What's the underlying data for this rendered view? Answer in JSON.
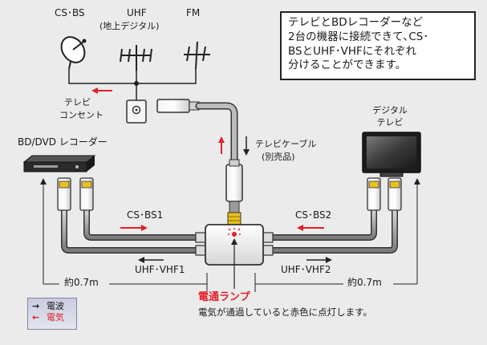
{
  "labels": {
    "cs_bs": "CS･BS",
    "uhf": "UHF",
    "uhf_sub": "(地上デジタル)",
    "fm": "FM",
    "tv_outlet": [
      "テレビ",
      "コンセント"
    ],
    "bd_recorder": "BD/DVD レコーダー",
    "digital_tv": [
      "デジタル",
      "テレビ"
    ],
    "tv_cable": [
      "テレビケーブル",
      "(別売品)"
    ],
    "cs_bs1": "CS･BS1",
    "cs_bs2": "CS･BS2",
    "uhf_vhf1": "UHF･VHF1",
    "uhf_vhf2": "UHF･VHF2",
    "length_left": "約0.7m",
    "length_right": "約0.7m"
  },
  "note": {
    "lines": [
      "テレビとBDレコーダーなど",
      "2台の機器に接続できて､CS･",
      "BSとUHF･VHFにそれぞれ",
      "分けることができます。"
    ]
  },
  "legend": {
    "wave": "電波",
    "power": "電気",
    "wave_color": "#1a1a1a",
    "power_color": "#e2202a"
  },
  "lamp": {
    "title": "電通ランプ",
    "description": "電気が通過していると赤色に点灯します。"
  },
  "colors": {
    "background": "#ebebeb",
    "cable": "#9a9a9a",
    "red_arrow": "#e2202a",
    "connector_yellow": "#e8c020",
    "device_dark": "#2b2b2b"
  }
}
